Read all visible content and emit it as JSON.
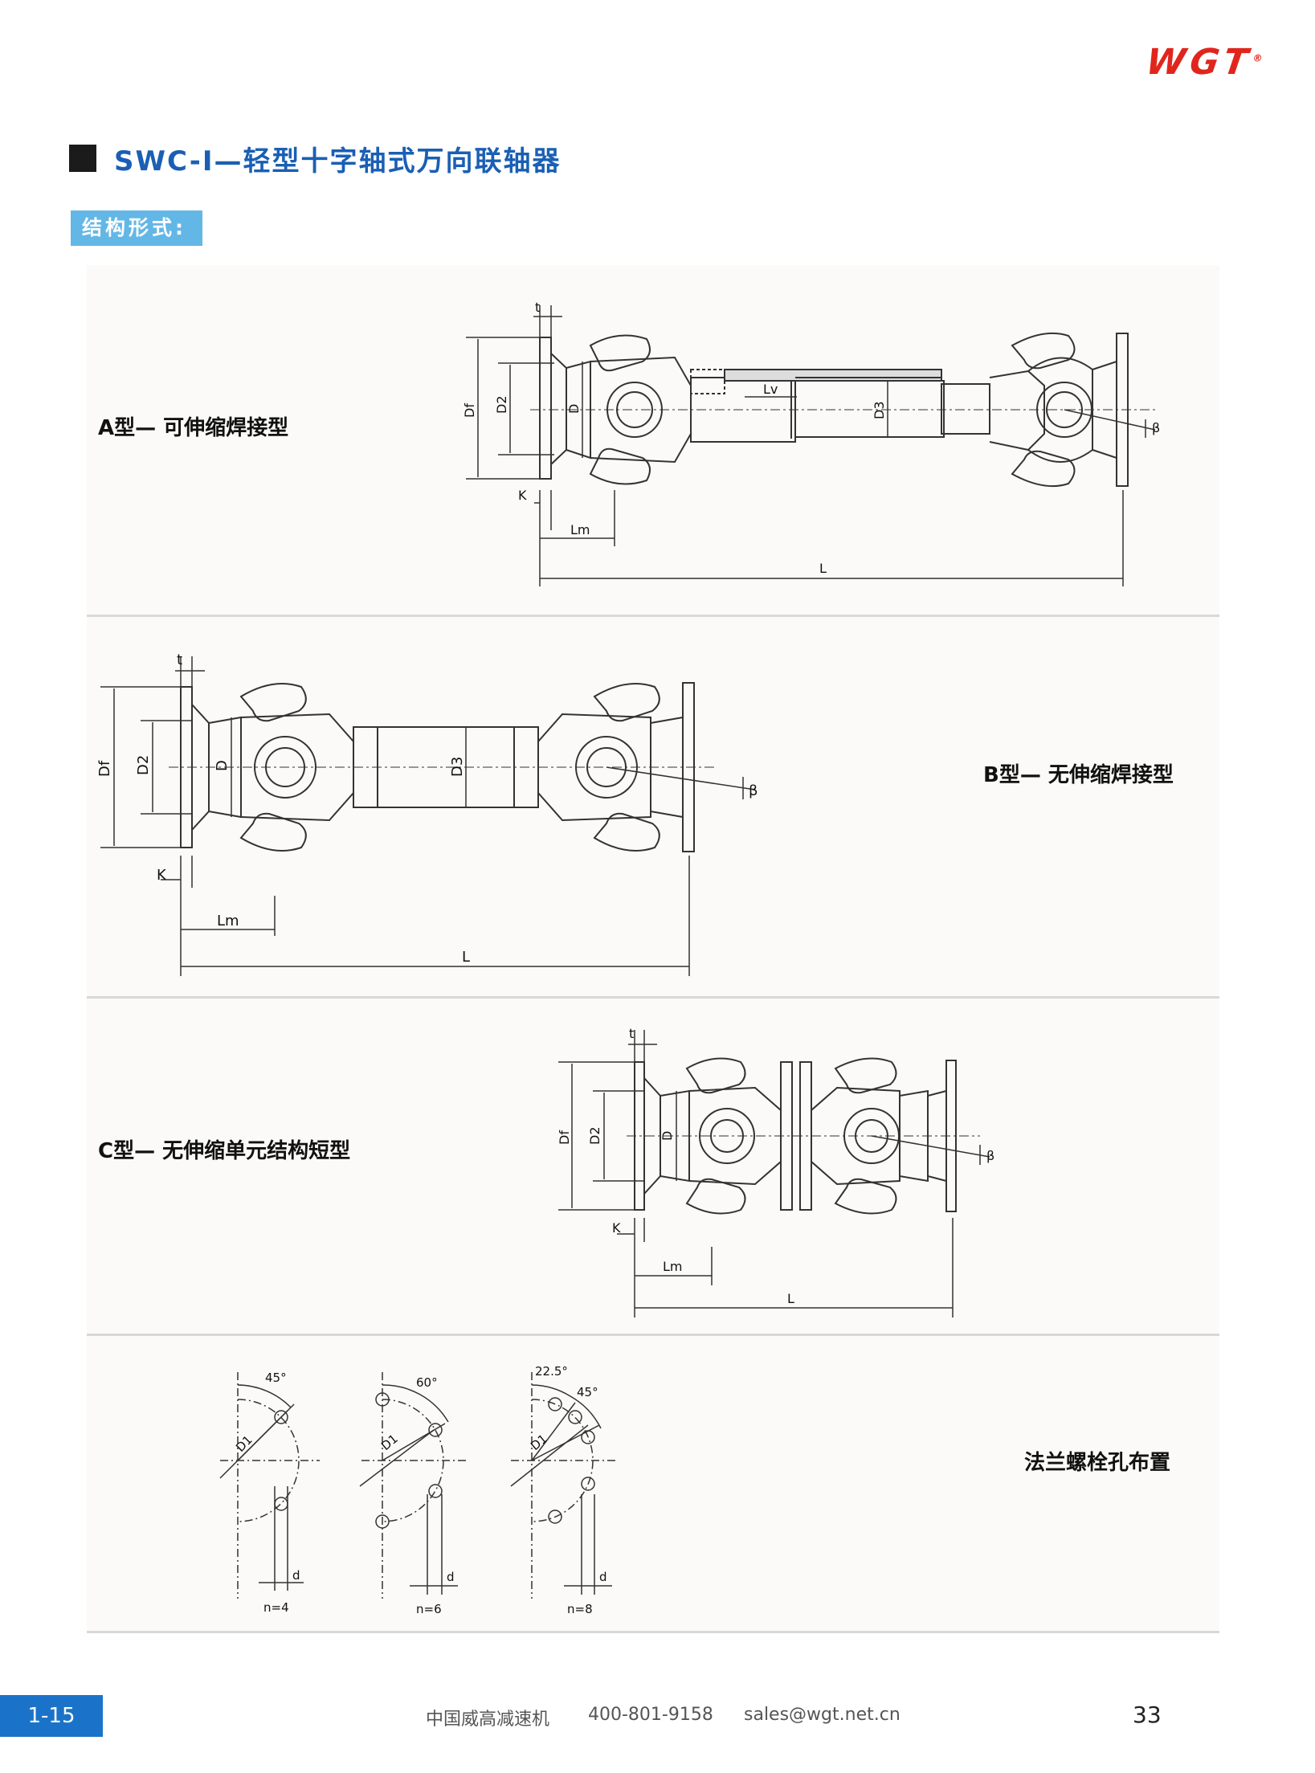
{
  "header": {
    "logo": "WGT",
    "logo_mark": "®",
    "title": "SWC-Ⅰ—轻型十字轴式万向联轴器",
    "section_tag": "结构形式:"
  },
  "diagrams": {
    "type_a": {
      "label": "A型— 可伸缩焊接型",
      "dims": {
        "t": "t",
        "df": "Df",
        "d2": "D2",
        "d": "D",
        "d3": "D3",
        "lv": "Lv",
        "k": "K",
        "lm": "Lm",
        "l": "L",
        "beta": "β"
      }
    },
    "type_b": {
      "label": "B型— 无伸缩焊接型",
      "dims": {
        "t": "t",
        "df": "Df",
        "d2": "D2",
        "d": "D",
        "d3": "D3",
        "k": "K",
        "lm": "Lm",
        "l": "L",
        "beta": "β"
      }
    },
    "type_c": {
      "label": "C型— 无伸缩单元结构短型",
      "dims": {
        "t": "t",
        "df": "Df",
        "d2": "D2",
        "d": "D",
        "k": "K",
        "lm": "Lm",
        "l": "L",
        "beta": "β"
      }
    },
    "bolt_layout": {
      "label": "法兰螺栓孔布置",
      "d1": "D1",
      "d": "d",
      "layouts": [
        {
          "angle": "45°",
          "n": "n=4"
        },
        {
          "angle": "60°",
          "n": "n=6"
        },
        {
          "angle": "22.5°",
          "angle2": "45°",
          "n": "n=8"
        }
      ]
    }
  },
  "footer": {
    "page_tag": "1-15",
    "company": "中国威高减速机",
    "phone": "400-801-9158",
    "email": "sales@wgt.net.cn",
    "page_number": "33"
  }
}
